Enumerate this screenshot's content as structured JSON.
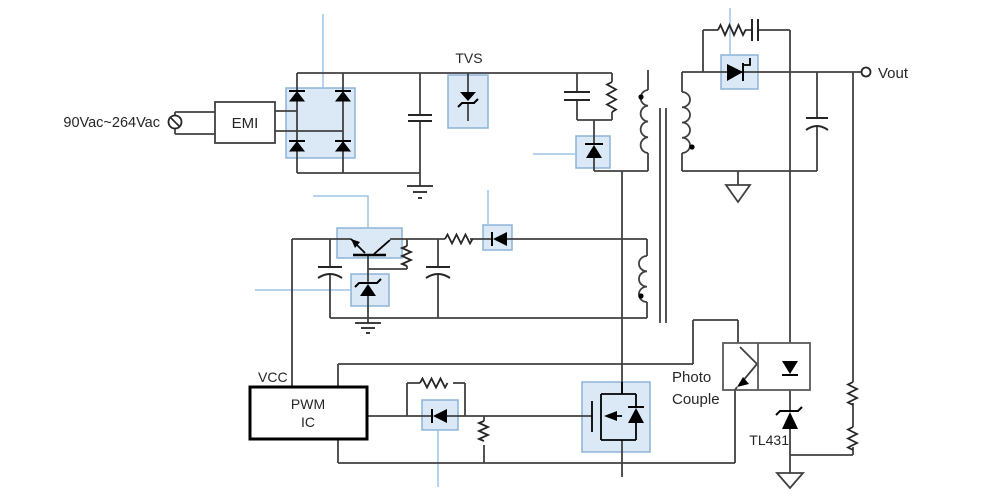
{
  "labels": {
    "input_voltage": "90Vac~264Vac",
    "emi": "EMI",
    "tvs": "TVS",
    "vcc": "VCC",
    "pwm_line1": "PWM",
    "pwm_line2": "IC",
    "photo_line1": "Photo",
    "photo_line2": "Couple",
    "tl431": "TL431",
    "vout": "Vout"
  },
  "colors": {
    "wire": "#404040",
    "symbol": "#000000",
    "highlight_fill": "#dbe9f7",
    "highlight_border": "#8db3d9",
    "leader": "#9dc3e6"
  },
  "highlighted_components": [
    "bridge-rectifier",
    "tvs-diode",
    "clamp-diode",
    "aux-transistor",
    "aux-zener",
    "aux-diode",
    "output-diode",
    "pwm-diode",
    "mosfet"
  ]
}
